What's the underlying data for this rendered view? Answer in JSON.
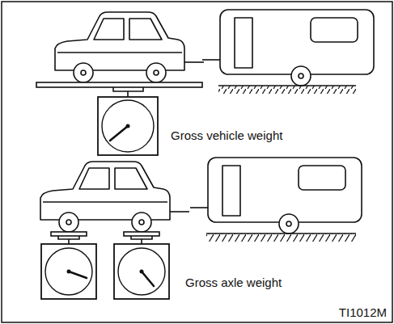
{
  "diagram": {
    "labels": [
      "Gross vehicle weight",
      "Gross axle weight",
      "TI1012M"
    ]
  }
}
